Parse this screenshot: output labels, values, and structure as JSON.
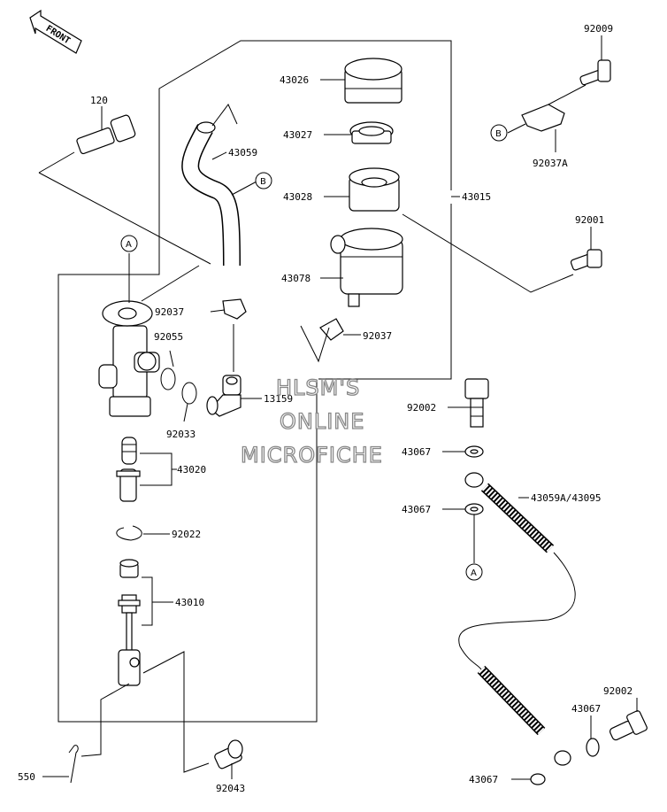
{
  "front_label": "FRONT",
  "watermark": [
    "HLSM'S",
    "ONLINE",
    "MICROFICHE"
  ],
  "callouts": {
    "A": "A",
    "B": "B"
  },
  "parts": [
    {
      "id": "p120",
      "number": "120"
    },
    {
      "id": "p43026",
      "number": "43026"
    },
    {
      "id": "p43027",
      "number": "43027"
    },
    {
      "id": "p43059",
      "number": "43059"
    },
    {
      "id": "p43028",
      "number": "43028"
    },
    {
      "id": "p43015",
      "number": "43015"
    },
    {
      "id": "p43078",
      "number": "43078"
    },
    {
      "id": "p92037a",
      "number": "92037"
    },
    {
      "id": "p92055",
      "number": "92055"
    },
    {
      "id": "p92037b",
      "number": "92037"
    },
    {
      "id": "p13159",
      "number": "13159"
    },
    {
      "id": "p92033",
      "number": "92033"
    },
    {
      "id": "p43020",
      "number": "43020"
    },
    {
      "id": "p92022",
      "number": "92022"
    },
    {
      "id": "p43010",
      "number": "43010"
    },
    {
      "id": "p550",
      "number": "550"
    },
    {
      "id": "p92043",
      "number": "92043"
    },
    {
      "id": "p92009",
      "number": "92009"
    },
    {
      "id": "p92037A",
      "number": "92037A"
    },
    {
      "id": "p92001",
      "number": "92001"
    },
    {
      "id": "p92002a",
      "number": "92002"
    },
    {
      "id": "p43067a",
      "number": "43067"
    },
    {
      "id": "p43059A",
      "number": "43059A/43095"
    },
    {
      "id": "p43067b",
      "number": "43067"
    },
    {
      "id": "p92002b",
      "number": "92002"
    },
    {
      "id": "p43067c",
      "number": "43067"
    },
    {
      "id": "p43067d",
      "number": "43067"
    }
  ]
}
